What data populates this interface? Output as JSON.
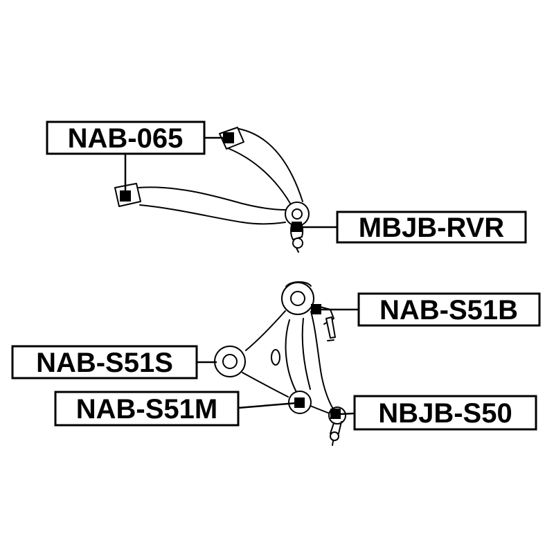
{
  "diagram": {
    "title": "suspension-arm-parts-diagram",
    "colors": {
      "line": "#000000",
      "background": "#ffffff",
      "label_border": "#000000",
      "label_text": "#000000"
    },
    "labels": {
      "nab065": "NAB-065",
      "mbjbrvr": "MBJB-RVR",
      "nabs51b": "NAB-S51B",
      "nabs51s": "NAB-S51S",
      "nabs51m": "NAB-S51M",
      "nbjbs50": "NBJB-S50"
    }
  }
}
